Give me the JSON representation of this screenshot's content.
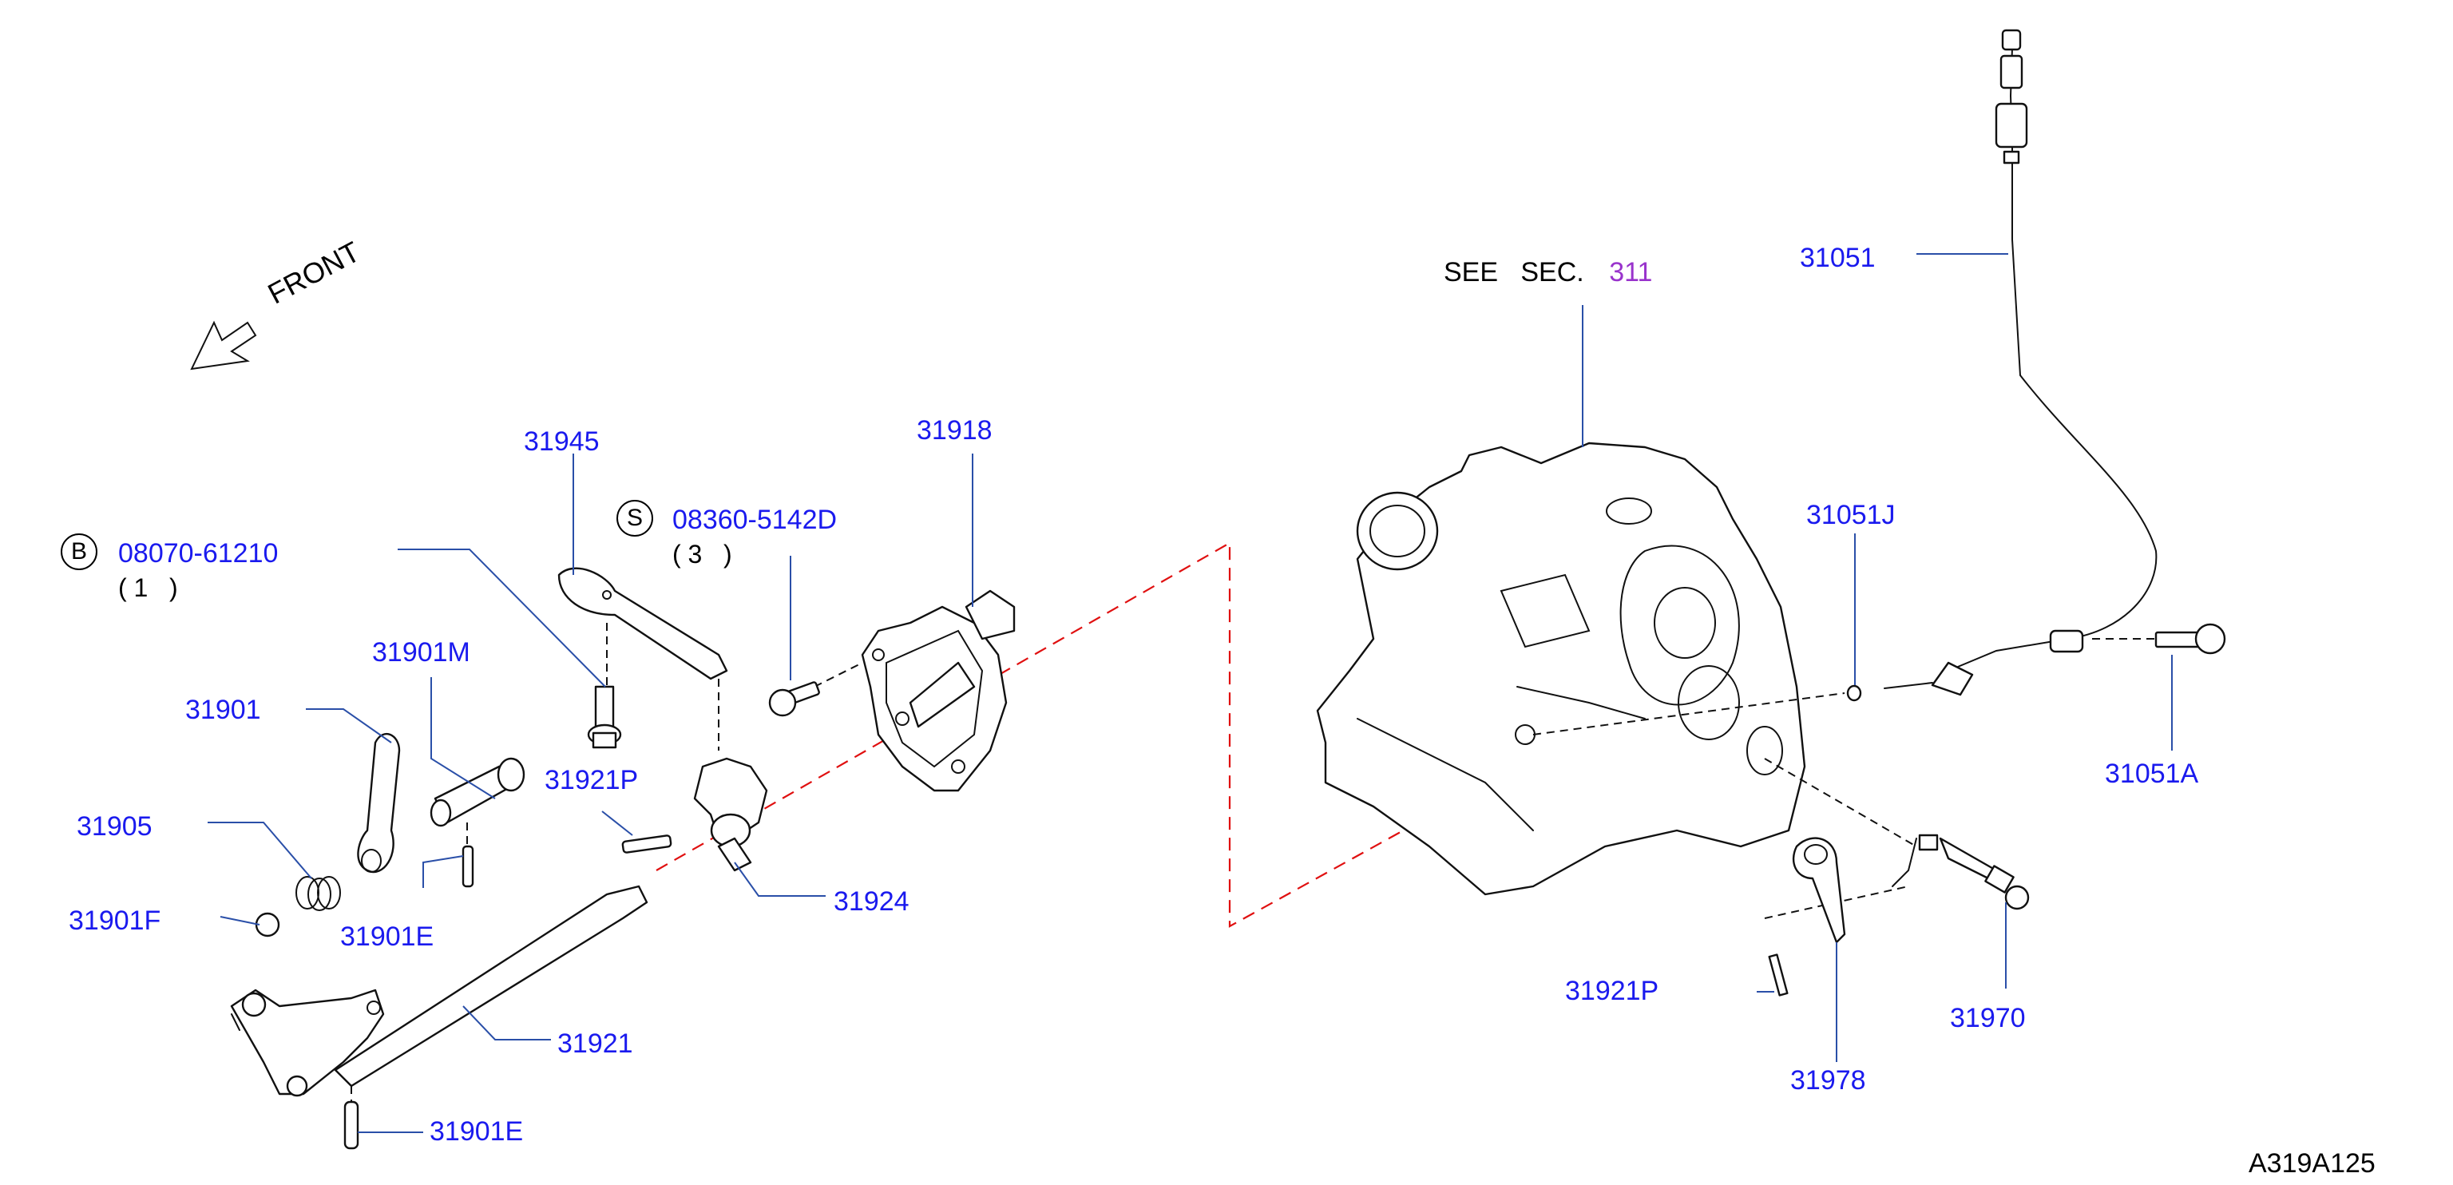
{
  "diagram": {
    "front_label": "FRONT",
    "see_sec": {
      "prefix": "SEE   SEC.",
      "number": "311"
    },
    "drawing_id": "A319A125",
    "bolt_b": {
      "badge": "B",
      "part": "08070-61210",
      "qty": "( 1   )"
    },
    "screw_s": {
      "badge": "S",
      "part": "08360-5142D",
      "qty": "( 3   )"
    },
    "parts": {
      "p31945": "31945",
      "p31918": "31918",
      "p31901M": "31901M",
      "p31901": "31901",
      "p31905": "31905",
      "p31921P_left": "31921P",
      "p31901F": "31901F",
      "p31901E_upper": "31901E",
      "p31924": "31924",
      "p31921": "31921",
      "p31901E_lower": "31901E",
      "p31051": "31051",
      "p31051J": "31051J",
      "p31051A": "31051A",
      "p31921P_right": "31921P",
      "p31978": "31978",
      "p31970": "31970"
    }
  }
}
